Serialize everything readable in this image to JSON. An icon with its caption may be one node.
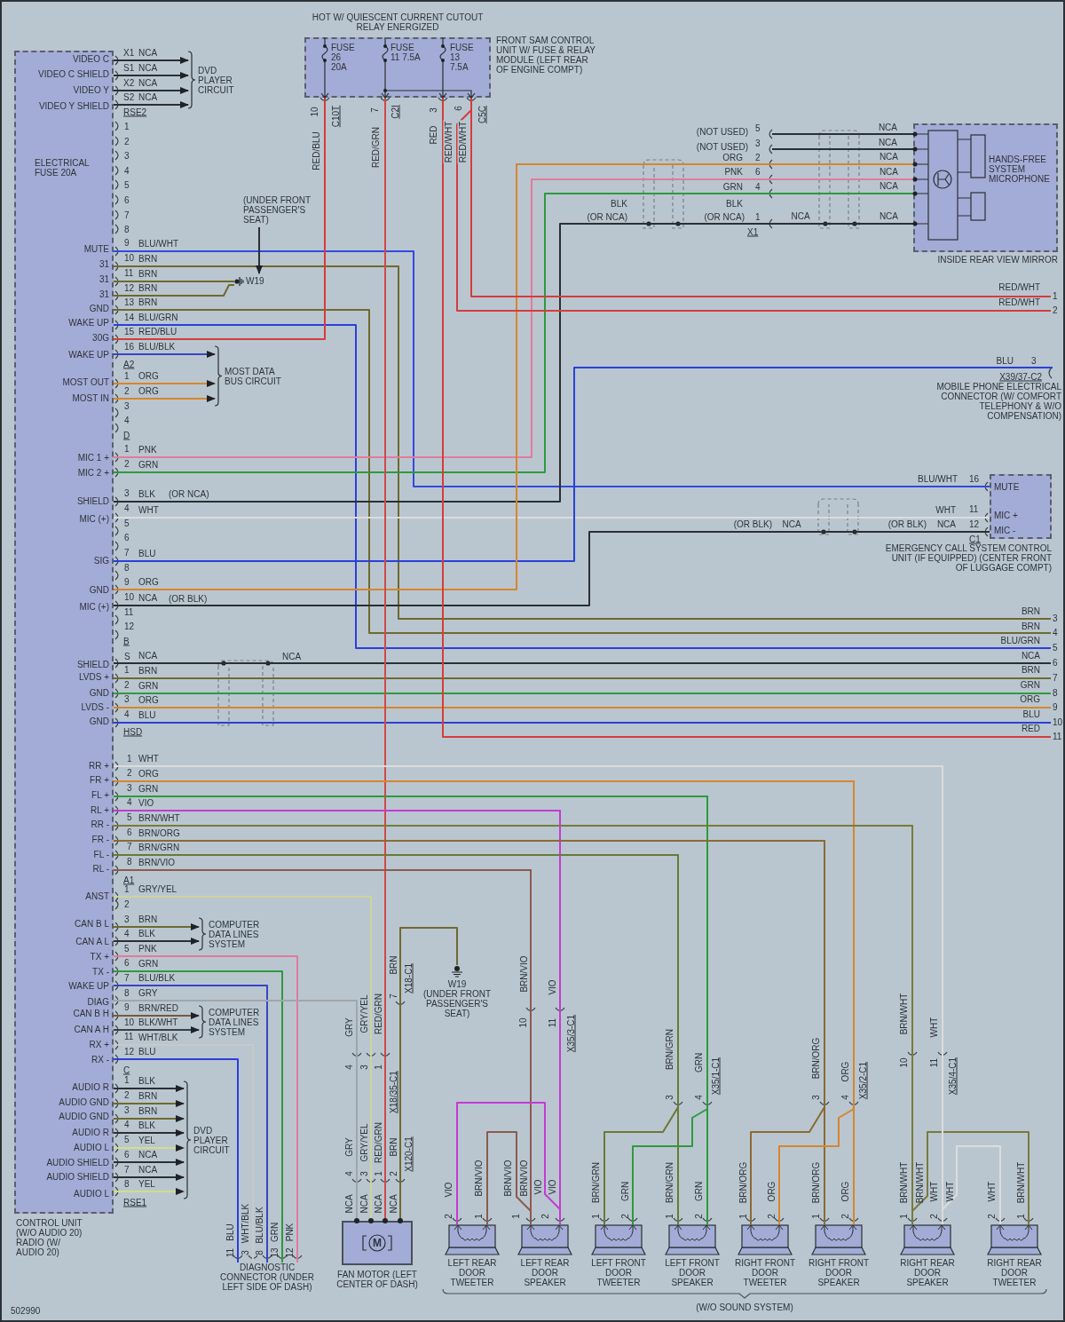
{
  "diagram": {
    "nodes": [
      {
        "text": [
          "CONTROL UNIT (W/O AUDIO 20)",
          "RADIO (W/ AUDIO 20)"
        ]
      },
      {
        "text": [
          "FRONT SAM CONTROL UNIT W/ FUSE & RELAY MODULE (LEFT REAR OF ENGINE COMPT)"
        ],
        "beside": [
          "HOT W/ QUIESCENT CURRENT CUTOUT RELAY ENERGIZED"
        ]
      },
      {
        "text": [
          "INSIDE REAR VIEW MIRROR"
        ]
      },
      {
        "text": [
          "EMERGENCY CALL SYSTEM CONTROL UNIT (IF EQUIPPED) (CENTER FRONT OF LUGGAGE COMPT)"
        ]
      },
      {
        "text": [
          "MOBILE PHONE ELECTRICAL CONNECTOR (W/ COMFORT TELEPHONY & W/O COMPENSATION)"
        ]
      },
      {
        "text": [
          "DVD PLAYER CIRCUIT"
        ]
      },
      {
        "text": [
          "MOST DATA BUS CIRCUIT"
        ]
      },
      {
        "text": [
          "(UNDER FRONT PASSENGER'S SEAT)"
        ]
      },
      {
        "text": [
          "W19"
        ]
      },
      {
        "text": [
          "COMPUTER DATA LINES SYSTEM"
        ]
      },
      {
        "text": [
          "COMPUTER DATA LINES SYSTEM"
        ]
      },
      {
        "text": [
          "DVD PLAYER CIRCUIT"
        ]
      },
      {
        "text": [
          "W19",
          "(UNDER FRONT PASSENGER'S SEAT)"
        ]
      },
      {
        "text": [
          "M",
          "FAN MOTOR (LEFT CENTER OF DASH)"
        ]
      },
      {
        "text": [
          "DIAGNOSTIC CONNECTOR (UNDER LEFT SIDE OF DASH)"
        ]
      },
      {
        "text": [
          "LEFT REAR DOOR TWEETER"
        ]
      },
      {
        "text": [
          "LEFT REAR DOOR SPEAKER"
        ]
      },
      {
        "text": [
          "LEFT FRONT DOOR TWEETER"
        ]
      },
      {
        "text": [
          "LEFT FRONT DOOR SPEAKER"
        ]
      },
      {
        "text": [
          "RIGHT FRONT DOOR TWEETER"
        ]
      },
      {
        "text": [
          "RIGHT FRONT DOOR SPEAKER"
        ]
      },
      {
        "text": [
          "RIGHT REAR DOOR SPEAKER"
        ]
      },
      {
        "text": [
          "RIGHT REAR DOOR TWEETER"
        ]
      },
      {
        "text": [
          "1"
        ]
      },
      {
        "text": [
          "2"
        ]
      },
      {
        "text": [
          "3"
        ]
      },
      {
        "text": [
          "4"
        ]
      },
      {
        "text": [
          "5"
        ]
      },
      {
        "text": [
          "6"
        ]
      },
      {
        "text": [
          "7"
        ]
      },
      {
        "text": [
          "8"
        ]
      },
      {
        "text": [
          "9"
        ]
      },
      {
        "text": [
          "10"
        ]
      },
      {
        "text": [
          "11"
        ]
      }
    ],
    "edges": [
      {
        "from": 0,
        "to": 5,
        "arrow": "to",
        "label": "NCA",
        "color": "#2b2f33"
      },
      {
        "from": 0,
        "to": 5,
        "arrow": "to",
        "label": "NCA",
        "color": "#2b2f33"
      },
      {
        "from": 0,
        "to": 5,
        "arrow": "to",
        "label": "NCA",
        "color": "#2b2f33"
      },
      {
        "from": 0,
        "to": 5,
        "arrow": "to",
        "label": "NCA",
        "color": "#2b2f33"
      },
      {
        "from": 0,
        "to": 3,
        "arrow": "none",
        "label": "BLU/WHT",
        "color": "#3349e0"
      },
      {
        "from": 0,
        "to": 25,
        "arrow": "none",
        "label": "BRN",
        "color": "#6e6a2e"
      },
      {
        "from": 0,
        "to": 8,
        "arrow": "none",
        "label": "BRN",
        "color": "#6e6a2e"
      },
      {
        "from": 0,
        "to": 8,
        "arrow": "none",
        "label": "BRN",
        "color": "#6e6a2e"
      },
      {
        "from": 0,
        "to": 26,
        "arrow": "none",
        "label": "BRN",
        "color": "#6e6a2e"
      },
      {
        "from": 0,
        "to": 27,
        "arrow": "none",
        "label": "BLU/GRN",
        "color": "#2b3fd8"
      },
      {
        "from": 0,
        "to": 1,
        "arrow": "none",
        "label": "RED/BLU",
        "color": "#d63c3c"
      },
      {
        "from": 0,
        "to": 6,
        "arrow": "to",
        "label": "BLU/BLK",
        "color": "#3a44c4"
      },
      {
        "from": 0,
        "to": 6,
        "arrow": "to",
        "label": "ORG",
        "color": "#d8852c"
      },
      {
        "from": 0,
        "to": 6,
        "arrow": "to",
        "label": "ORG",
        "color": "#d8852c"
      },
      {
        "from": 0,
        "to": 2,
        "arrow": "none",
        "label": "PNK",
        "color": "#e47a9a"
      },
      {
        "from": 0,
        "to": 2,
        "arrow": "none",
        "label": "GRN",
        "color": "#2e9a3c"
      },
      {
        "from": 0,
        "to": 2,
        "arrow": "none",
        "label": "BLK",
        "color": "#2b2f33"
      },
      {
        "from": 0,
        "to": 3,
        "arrow": "none",
        "label": "WHT",
        "color": "#dcdcdc"
      },
      {
        "from": 0,
        "to": 4,
        "arrow": "none",
        "label": "BLU",
        "color": "#2b3fd8"
      },
      {
        "from": 0,
        "to": 2,
        "arrow": "none",
        "label": "ORG",
        "color": "#d8852c"
      },
      {
        "from": 0,
        "to": 3,
        "arrow": "none",
        "label": "NCA",
        "color": "#2b2f33"
      },
      {
        "from": null,
        "to": 2,
        "arrow": "none",
        "label": "NCA",
        "color": "#2b2f33"
      },
      {
        "from": null,
        "to": 2,
        "arrow": "none",
        "label": "NCA",
        "color": "#2b2f33"
      },
      {
        "from": 0,
        "to": 28,
        "arrow": "none",
        "label": "NCA",
        "color": "#2b2f33"
      },
      {
        "from": 0,
        "to": 29,
        "arrow": "none",
        "label": "BRN",
        "color": "#6e6a2e"
      },
      {
        "from": 0,
        "to": 30,
        "arrow": "none",
        "label": "GRN",
        "color": "#2e9a3c"
      },
      {
        "from": 0,
        "to": 31,
        "arrow": "none",
        "label": "ORG",
        "color": "#d8852c"
      },
      {
        "from": 0,
        "to": 32,
        "arrow": "none",
        "label": "BLU",
        "color": "#2b3fd8"
      },
      {
        "from": 1,
        "to": 33,
        "arrow": "none",
        "label": "RED",
        "color": "#d63c3c"
      },
      {
        "from": 1,
        "to": 23,
        "arrow": "none",
        "label": "RED/WHT",
        "color": "#d63c3c"
      },
      {
        "from": 1,
        "to": 24,
        "arrow": "none",
        "label": "RED/WHT",
        "color": "#d63c3c"
      },
      {
        "from": 1,
        "to": 13,
        "arrow": "none",
        "label": "RED/GRN",
        "color": "#cf4a4a"
      },
      {
        "from": 0,
        "to": 13,
        "arrow": "none",
        "label": "GRY/YEL",
        "color": "#cfd39c"
      },
      {
        "from": 0,
        "to": 9,
        "arrow": "to",
        "label": "BRN",
        "color": "#6e6a2e"
      },
      {
        "from": 0,
        "to": 9,
        "arrow": "to",
        "label": "BLK",
        "color": "#2b2f33"
      },
      {
        "from": 0,
        "to": 14,
        "arrow": "none",
        "label": "PNK",
        "color": "#e47a9a"
      },
      {
        "from": 0,
        "to": 14,
        "arrow": "none",
        "label": "GRN",
        "color": "#2e9a3c"
      },
      {
        "from": 0,
        "to": 14,
        "arrow": "none",
        "label": "BLU/BLK",
        "color": "#3a44c4"
      },
      {
        "from": 0,
        "to": 13,
        "arrow": "none",
        "label": "GRY",
        "color": "#a0a6aa"
      },
      {
        "from": 0,
        "to": 10,
        "arrow": "to",
        "label": "BRN/RED",
        "color": "#7a5a3a"
      },
      {
        "from": 0,
        "to": 10,
        "arrow": "to",
        "label": "BLK/WHT",
        "color": "#3b3f44"
      },
      {
        "from": 0,
        "to": 14,
        "arrow": "none",
        "label": "WHT/BLK",
        "color": "#c8c8c8"
      },
      {
        "from": 0,
        "to": 14,
        "arrow": "none",
        "label": "BLU",
        "color": "#2b3fd8"
      },
      {
        "from": 0,
        "to": 11,
        "arrow": "to",
        "label": "BLK",
        "color": "#2b2f33"
      },
      {
        "from": 0,
        "to": 11,
        "arrow": "to",
        "label": "BRN",
        "color": "#6e6a2e"
      },
      {
        "from": 0,
        "to": 11,
        "arrow": "to",
        "label": "BRN",
        "color": "#6e6a2e"
      },
      {
        "from": 0,
        "to": 11,
        "arrow": "to",
        "label": "BLK",
        "color": "#2b2f33"
      },
      {
        "from": 0,
        "to": 11,
        "arrow": "to",
        "label": "YEL",
        "color": "#d4dc8c"
      },
      {
        "from": 0,
        "to": 11,
        "arrow": "to",
        "label": "NCA",
        "color": "#2b2f33"
      },
      {
        "from": 0,
        "to": 11,
        "arrow": "to",
        "label": "NCA",
        "color": "#2b2f33"
      },
      {
        "from": 0,
        "to": 11,
        "arrow": "to",
        "label": "YEL",
        "color": "#d4dc8c"
      },
      {
        "from": 12,
        "to": 13,
        "arrow": "none",
        "label": "BRN",
        "color": "#6e6a2e"
      },
      {
        "from": 0,
        "to": 16,
        "arrow": "none",
        "label": "BRN/VIO",
        "color": "#8c5a4e"
      },
      {
        "from": 0,
        "to": 15,
        "arrow": "none",
        "color": "#8c5a4e"
      },
      {
        "from": 0,
        "to": 16,
        "arrow": "none",
        "label": "VIO",
        "color": "#c43ad4"
      },
      {
        "from": 0,
        "to": 15,
        "arrow": "none",
        "color": "#c43ad4"
      },
      {
        "from": 0,
        "to": 18,
        "arrow": "none",
        "label": "BRN/GRN",
        "color": "#6a7a34"
      },
      {
        "from": 0,
        "to": 17,
        "arrow": "none",
        "color": "#6a7a34"
      },
      {
        "from": 0,
        "to": 18,
        "arrow": "none",
        "label": "GRN",
        "color": "#2e9a3c"
      },
      {
        "from": 0,
        "to": 17,
        "arrow": "none",
        "color": "#2e9a3c"
      },
      {
        "from": 0,
        "to": 20,
        "arrow": "none",
        "label": "BRN/ORG",
        "color": "#8a6a34"
      },
      {
        "from": 0,
        "to": 19,
        "arrow": "none",
        "color": "#8a6a34"
      },
      {
        "from": 0,
        "to": 20,
        "arrow": "none",
        "label": "ORG",
        "color": "#d8852c"
      },
      {
        "from": 0,
        "to": 19,
        "arrow": "none",
        "color": "#d8852c"
      },
      {
        "from": 0,
        "to": 21,
        "arrow": "none",
        "label": "BRN/WHT",
        "color": "#7a7a3c"
      },
      {
        "from": 0,
        "to": 22,
        "arrow": "none",
        "color": "#7a7a3c"
      },
      {
        "from": 0,
        "to": 21,
        "arrow": "none",
        "label": "WHT",
        "color": "#dcdcdc"
      },
      {
        "from": 0,
        "to": 22,
        "arrow": "none",
        "color": "#dcdcdc"
      },
      {
        "from": 7,
        "to": 8,
        "arrow": "to",
        "color": "#2b2f33"
      }
    ],
    "labels": [
      "VIDEO C",
      "X1",
      "VIDEO C SHIELD",
      "S1",
      "VIDEO Y",
      "X2",
      "VIDEO Y SHIELD",
      "S2",
      "RSE2",
      "1",
      "2",
      "3",
      "4",
      "5",
      "6",
      "7",
      "8",
      "ELECTRICAL FUSE 20A",
      "MUTE",
      "9",
      "31",
      "10",
      "31",
      "11",
      "31",
      "12",
      "GND",
      "13",
      "WAKE UP",
      "14",
      "30G",
      "15",
      "WAKE UP",
      "16",
      "A2",
      "MOST OUT",
      "1",
      "MOST IN",
      "2",
      "3",
      "4",
      "D",
      "MIC 1 +",
      "1",
      "MIC 2 +",
      "2",
      "SHIELD",
      "3",
      "(OR NCA)",
      "MIC (+)",
      "4",
      "5",
      "6",
      "SIG",
      "7",
      "8",
      "GND",
      "9",
      "MIC (+)",
      "10",
      "(OR BLK)",
      "11",
      "12",
      "B",
      "SHIELD",
      "S",
      "NCA",
      "LVDS +",
      "1",
      "GND",
      "2",
      "LVDS -",
      "3",
      "GND",
      "4",
      "HSD",
      "RR +",
      "1",
      "FR +",
      "2",
      "FL +",
      "3",
      "RL +",
      "4",
      "RR -",
      "5",
      "FR -",
      "6",
      "FL -",
      "7",
      "RL -",
      "8",
      "A1",
      "ANST",
      "1",
      "2",
      "CAN B L",
      "3",
      "CAN A L",
      "4",
      "TX +",
      "5",
      "TX -",
      "6",
      "WAKE UP",
      "7",
      "DIAG",
      "8",
      "CAN B H",
      "9",
      "CAN A H",
      "10",
      "RX +",
      "11",
      "RX -",
      "12",
      "C",
      "AUDIO R",
      "1",
      "AUDIO GND",
      "2",
      "AUDIO GND",
      "3",
      "AUDIO R",
      "4",
      "AUDIO L",
      "5",
      "AUDIO SHIELD",
      "6",
      "AUDIO SHIELD",
      "7",
      "AUDIO L",
      "8",
      "RSE1",
      "FUSE 26 20A",
      "FUSE 11 7.5A",
      "FUSE 13 7.5A",
      "10",
      "C10T",
      "RED/BLU",
      "7",
      "C2I",
      "3",
      "6",
      "C5C",
      "(NOT USED)",
      "5",
      "(NOT USED)",
      "3",
      "ORG",
      "2",
      "PNK",
      "6",
      "GRN",
      "4",
      "BLK",
      "(OR NCA)",
      "BLK",
      "(OR NCA)",
      "1",
      "X1",
      "NCA",
      "NCA",
      "NCA",
      "NCA",
      "NCA",
      "HANDS-FREE SYSTEM MICROPHONE",
      "RED/WHT",
      "RED/WHT",
      "BLU",
      "3",
      "X39/37-C2",
      "BLU/WHT",
      "16",
      "WHT",
      "11",
      "(OR BLK)",
      "NCA",
      "(OR BLK)",
      "NCA",
      "12",
      "C1",
      "MUTE",
      "MIC +",
      "MIC -",
      "BRN",
      "BRN",
      "BLU/GRN",
      "NCA",
      "BRN",
      "GRN",
      "ORG",
      "BLU",
      "RED",
      "GRY",
      "GRY/YEL",
      "RED/GRN",
      "7",
      "X18-C1",
      "4",
      "3",
      "1",
      "X18/35-C1",
      "GRY",
      "GRY/YEL",
      "RED/GRN",
      "BRN",
      "X120-C1",
      "4",
      "3",
      "1",
      "2",
      "NCA",
      "NCA",
      "NCA",
      "NCA",
      "BLU",
      "WHT/BLK",
      "BLU/BLK",
      "GRN",
      "PNK",
      "11",
      "3",
      "8",
      "13",
      "12",
      "BRN/VIO",
      "VIO",
      "10",
      "11",
      "X35/3-C1",
      "BRN/GRN",
      "GRN",
      "3",
      "4",
      "X35/1-C1",
      "BRN/ORG",
      "ORG",
      "3",
      "4",
      "X35/2-C1",
      "BRN/WHT",
      "WHT",
      "10",
      "11",
      "X35/4-C1",
      "VIO",
      "BRN/VIO",
      "2",
      "1",
      "BRN/VIO",
      "BRN/VIO",
      "VIO",
      "VIO",
      "1",
      "2",
      "BRN/GRN",
      "GRN",
      "1",
      "2",
      "BRN/GRN",
      "GRN",
      "1",
      "2",
      "BRN/ORG",
      "ORG",
      "1",
      "2",
      "BRN/ORG",
      "ORG",
      "1",
      "2",
      "BRN/WHT",
      "BRN/WHT",
      "WHT",
      "WHT",
      "1",
      "2",
      "WHT",
      "BRN/WHT",
      "2",
      "1",
      "502990",
      "(W/O SOUND SYSTEM)"
    ]
  }
}
